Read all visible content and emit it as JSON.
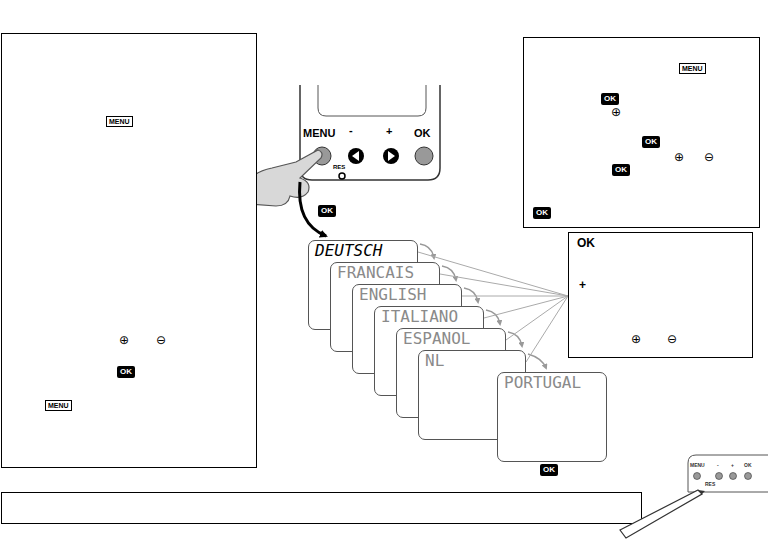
{
  "diagram": {
    "nodes": [
      {
        "text": [
          "MENU",
          "⊕",
          "⊖",
          "OK",
          "MENU"
        ]
      },
      {
        "text": [
          "MENU",
          "OK",
          "⊕",
          "OK",
          "⊕",
          "⊖",
          "OK",
          "OK"
        ]
      },
      {
        "text": [
          "DEUTSCH"
        ]
      },
      {
        "text": [
          "FRANCAIS"
        ]
      },
      {
        "text": [
          "ENGLISH"
        ]
      },
      {
        "text": [
          "ITALIANO"
        ]
      },
      {
        "text": [
          "ESPANOL"
        ]
      },
      {
        "text": [
          "NL"
        ]
      },
      {
        "text": [
          "PORTUGAL"
        ]
      },
      {
        "text": [
          "OK",
          "+",
          "⊕",
          "⊖"
        ]
      }
    ],
    "edges": [
      {
        "from": 9,
        "to": 2,
        "arrow": "none"
      },
      {
        "from": 9,
        "to": 3,
        "arrow": "none"
      },
      {
        "from": 9,
        "to": 4,
        "arrow": "none"
      },
      {
        "from": 9,
        "to": 5,
        "arrow": "none"
      },
      {
        "from": 9,
        "to": 6,
        "arrow": "none"
      },
      {
        "from": 9,
        "to": 7,
        "arrow": "none"
      }
    ],
    "labels": [
      "MENU",
      "-",
      "+",
      "OK",
      "RES",
      "OK",
      "OK",
      "MENU",
      "RES",
      "-",
      "+",
      "OK"
    ]
  }
}
